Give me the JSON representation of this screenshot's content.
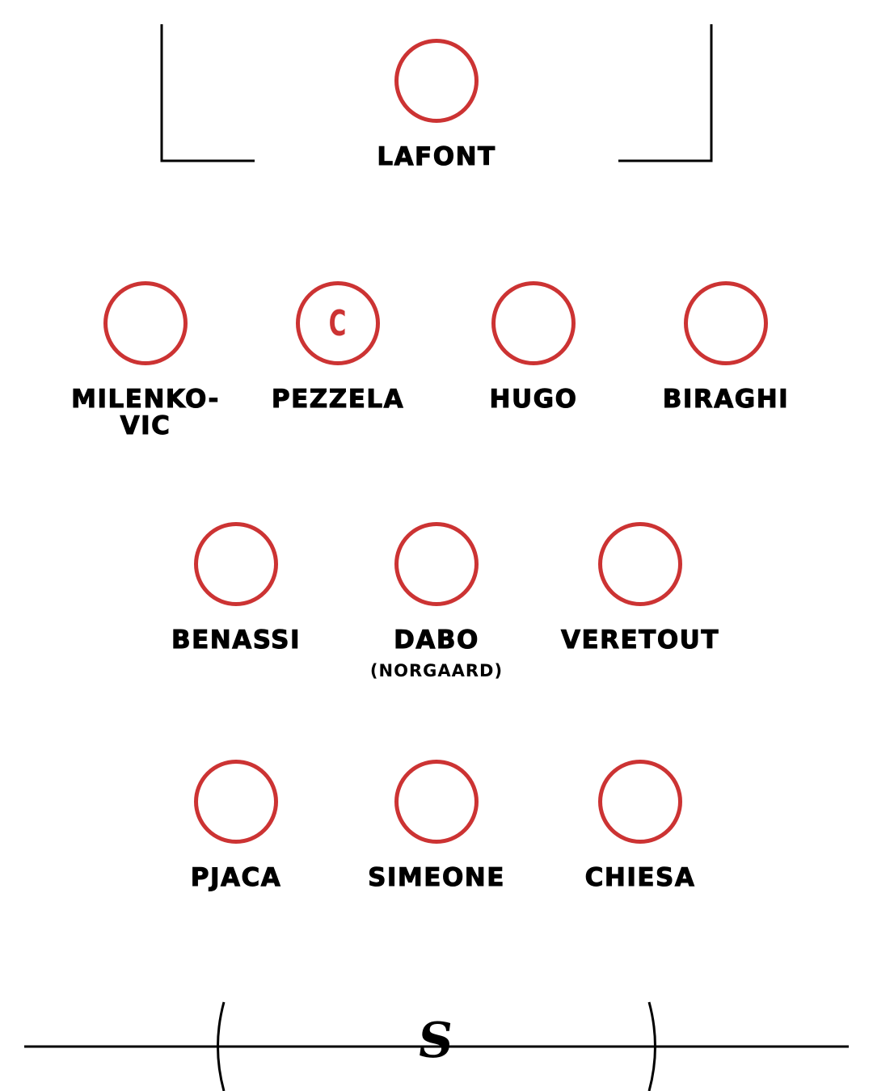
{
  "colors": {
    "accent": "#cc3333",
    "line": "#000000"
  },
  "captain_marker": "C",
  "logo_text": "S",
  "lines": {
    "goalkeeper": [
      {
        "name": "LAFONT"
      }
    ],
    "defenders": [
      {
        "name": "MILENKO-\nVIC"
      },
      {
        "name": "PEZZELA",
        "captain": true
      },
      {
        "name": "HUGO"
      },
      {
        "name": "BIRAGHI"
      }
    ],
    "midfielders": [
      {
        "name": "BENASSI"
      },
      {
        "name": "DABO",
        "sub": "(NORGAARD)"
      },
      {
        "name": "VERETOUT"
      }
    ],
    "forwards": [
      {
        "name": "PJACA"
      },
      {
        "name": "SIMEONE"
      },
      {
        "name": "CHIESA"
      }
    ]
  }
}
